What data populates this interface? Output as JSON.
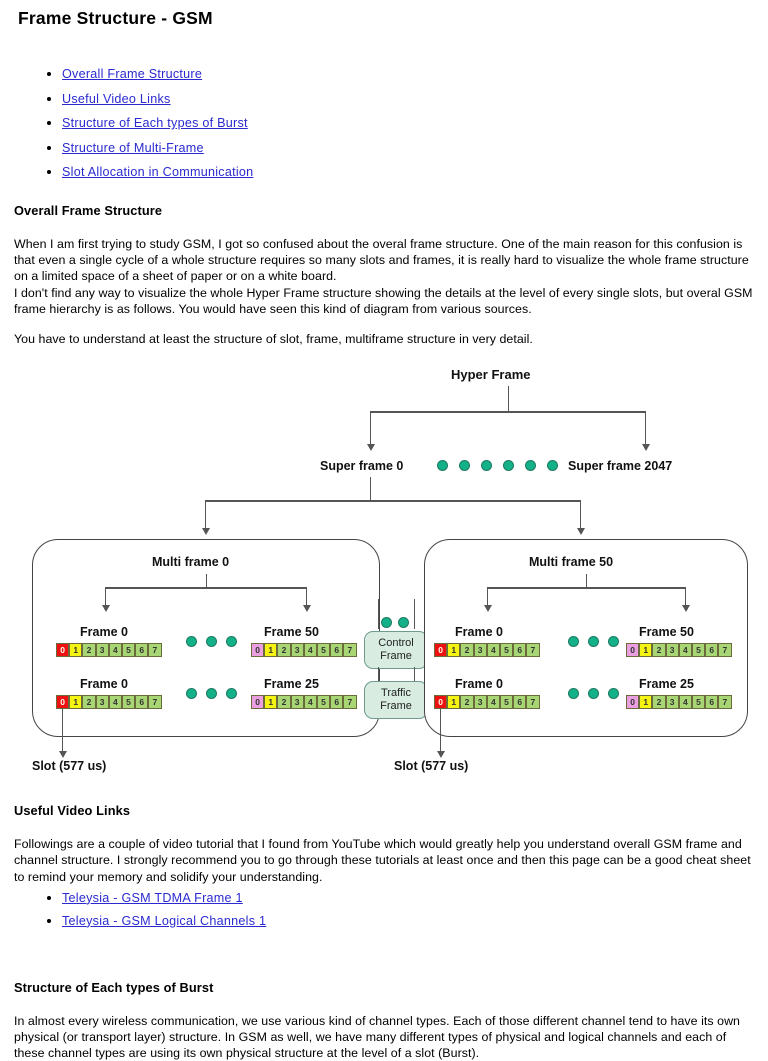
{
  "page": {
    "title": "Frame Structure - GSM"
  },
  "toc": {
    "items": [
      {
        "label": "Overall Frame Structure"
      },
      {
        "label": "Useful Video Links"
      },
      {
        "label": "Structure of Each types of Burst"
      },
      {
        "label": "Structure of Multi-Frame"
      },
      {
        "label": "Slot Allocation in Communication"
      }
    ]
  },
  "sections": {
    "overall": {
      "heading": "Overall Frame Structure",
      "para1": "When I am first trying to study GSM, I got so confused about the overal frame structure. One of the main reason for this confusion is that even a single cycle of a whole structure requires so many slots and frames, it is really hard to visualize the whole frame structure on a limited space of a sheet of paper or on a white board.",
      "para2": "I don't find any way to visualize the whole Hyper Frame structure showing the details at the level of every single slots, but overal GSM frame hierarchy is as follows. You would have seen this kind of diagram from various sources.",
      "para3": "You have to understand at least the structure of slot, frame, multiframe structure in very detail."
    },
    "video": {
      "heading": "Useful Video Links",
      "para1": "Followings are a couple of video tutorial that I found from YouTube which would greatly help you understand overall GSM frame and channel structure. I strongly recommend you to go through these tutorials at least once and then this page can be a good cheat sheet to remind your memory and solidify your understanding.",
      "links": [
        {
          "label": "Teleysia - GSM TDMA Frame 1"
        },
        {
          "label": "Teleysia - GSM Logical Channels 1"
        }
      ]
    },
    "burst": {
      "heading": "Structure of Each types of Burst",
      "para1": "In almost every wireless communication, we use various kind of channel types. Each of those different channel tend to have its own physical (or transport layer) structure. In GSM as well, we have many different types of physical and logical channels and each of these channel types are using its own physical structure at the level of a slot (Burst)."
    }
  },
  "diagram": {
    "hyper_frame": "Hyper Frame",
    "super_frame_first": "Super frame 0",
    "super_frame_last": "Super frame 2047",
    "super_frame_dots": 6,
    "multiframes": [
      {
        "title": "Multi frame 0",
        "rows": [
          {
            "left_label": "Frame 0",
            "right_label": "Frame 50",
            "dots": 3,
            "left_slots": [
              "0",
              "1",
              "2",
              "3",
              "4",
              "5",
              "6",
              "7"
            ],
            "right_slots": [
              "0",
              "1",
              "2",
              "3",
              "4",
              "5",
              "6",
              "7"
            ],
            "left_slot0_color": "red",
            "right_slot0_color": "pink"
          },
          {
            "left_label": "Frame 0",
            "right_label": "Frame 25",
            "dots": 3,
            "left_slots": [
              "0",
              "1",
              "2",
              "3",
              "4",
              "5",
              "6",
              "7"
            ],
            "right_slots": [
              "0",
              "1",
              "2",
              "3",
              "4",
              "5",
              "6",
              "7"
            ],
            "left_slot0_color": "red",
            "right_slot0_color": "pink"
          }
        ]
      },
      {
        "title": "Multi frame 50",
        "rows": [
          {
            "left_label": "Frame 0",
            "right_label": "Frame 50",
            "dots": 3,
            "left_slots": [
              "0",
              "1",
              "2",
              "3",
              "4",
              "5",
              "6",
              "7"
            ],
            "right_slots": [
              "0",
              "1",
              "2",
              "3",
              "4",
              "5",
              "6",
              "7"
            ],
            "left_slot0_color": "red",
            "right_slot0_color": "pink"
          },
          {
            "left_label": "Frame 0",
            "right_label": "Frame 25",
            "dots": 3,
            "left_slots": [
              "0",
              "1",
              "2",
              "3",
              "4",
              "5",
              "6",
              "7"
            ],
            "right_slots": [
              "0",
              "1",
              "2",
              "3",
              "4",
              "5",
              "6",
              "7"
            ],
            "left_slot0_color": "red",
            "right_slot0_color": "pink"
          }
        ]
      }
    ],
    "center": {
      "control_frame_line1": "Control",
      "control_frame_line2": "Frame",
      "traffic_frame_line1": "Traffic",
      "traffic_frame_line2": "Frame",
      "dots": 2
    },
    "slot_label_left": "Slot (577 us)",
    "slot_label_right": "Slot (577 us)",
    "colors": {
      "dot": "#14b189",
      "slot_red": "#ee1111",
      "slot_pink": "#eb9fe0",
      "slot_yellow": "#f5f312",
      "slot_green": "#a8d674",
      "control_box": "#d8ece2",
      "link": "#2a2ad0"
    }
  }
}
